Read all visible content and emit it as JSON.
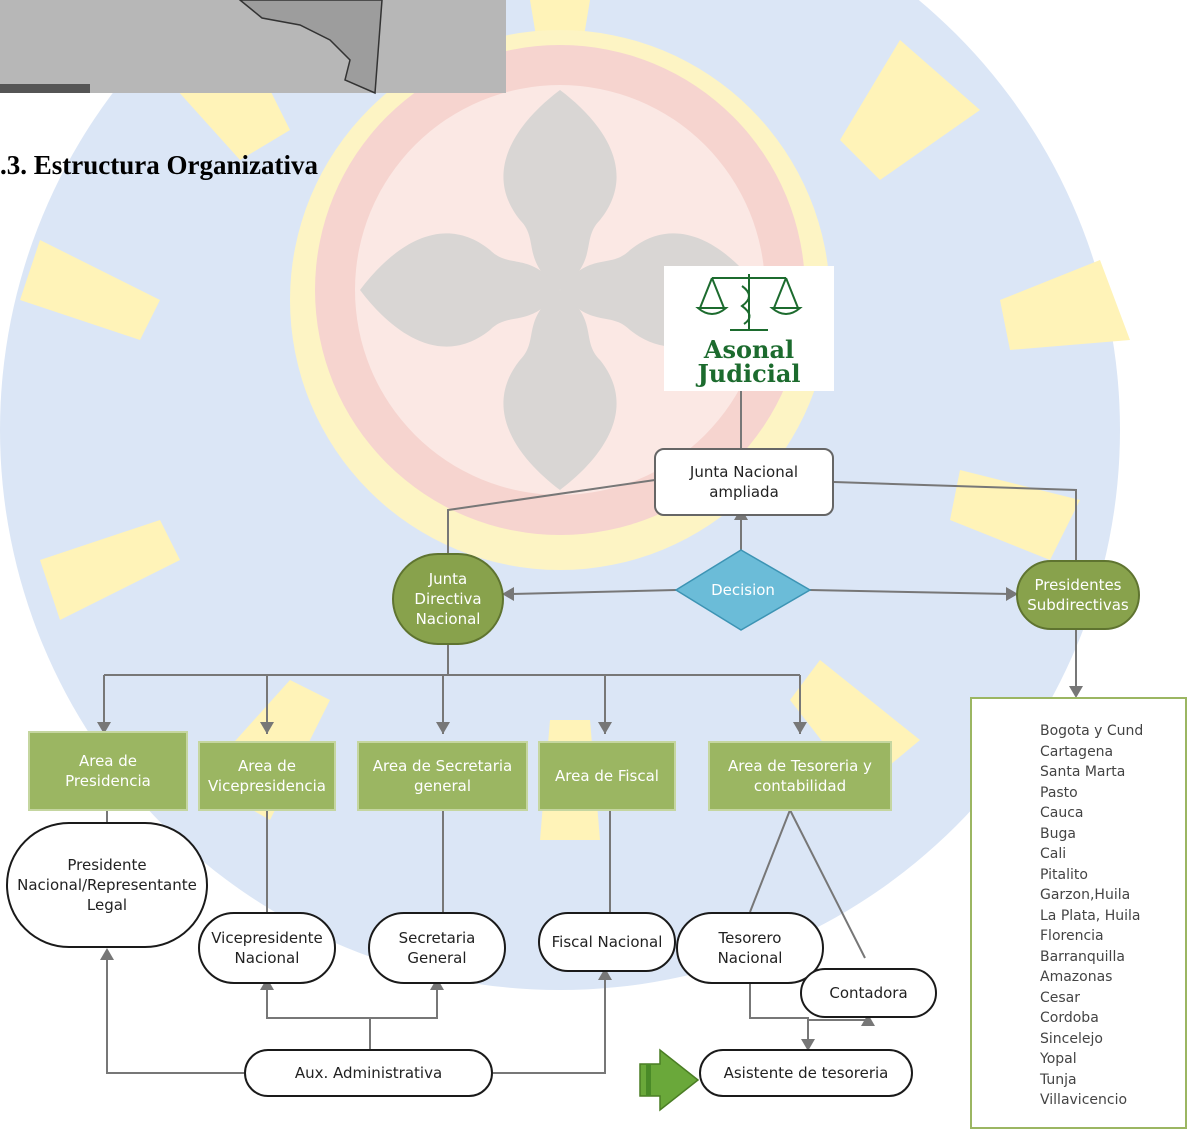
{
  "heading": ".3.  Estructura Organizativa",
  "logo": {
    "line1": "Asonal",
    "line2": "Judicial"
  },
  "nodes": {
    "junta_nacional": "Junta Nacional\nampliada",
    "junta_directiva": "Junta\nDirectiva\nNacional",
    "decision": "Decision",
    "presidentes": "Presidentes\nSubdirectivas",
    "area_presidencia": "Area de\nPresidencia",
    "area_vicepresidencia": "Area de\nVicepresidencia",
    "area_secretaria": "Area de Secretaria\ngeneral",
    "area_fiscal": "Area de Fiscal",
    "area_tesoreria": "Area de Tesoreria y\ncontabilidad",
    "presidente_nacional": "Presidente\nNacional/Representante\nLegal",
    "vicepresidente": "Vicepresidente\nNacional",
    "secretaria_general": "Secretaria\nGeneral",
    "fiscal_nacional": "Fiscal Nacional",
    "tesorero": "Tesorero\nNacional",
    "contadora": "Contadora",
    "aux_administrativa": "Aux. Administrativa",
    "asistente_tesoreria": "Asistente de tesoreria"
  },
  "subdirectivas": [
    "Bogota y Cund",
    "Cartagena",
    "Santa Marta",
    "Pasto",
    "Cauca",
    "Buga",
    "Cali",
    "Pitalito",
    "Garzon,Huila",
    "La Plata, Huila",
    "Florencia",
    "Barranquilla",
    "Amazonas",
    "Cesar",
    "Cordoba",
    "Sincelejo",
    "Yopal",
    "Tunja",
    "Villavicencio"
  ],
  "colors": {
    "green": "#9bb662",
    "green_dark": "#88a24c",
    "decision_blue": "#6bbcd8",
    "line": "#777777",
    "sun_yellow": "#fff0a0",
    "sun_blue": "#d4e1f4",
    "seal_red": "#f4c3c3"
  }
}
